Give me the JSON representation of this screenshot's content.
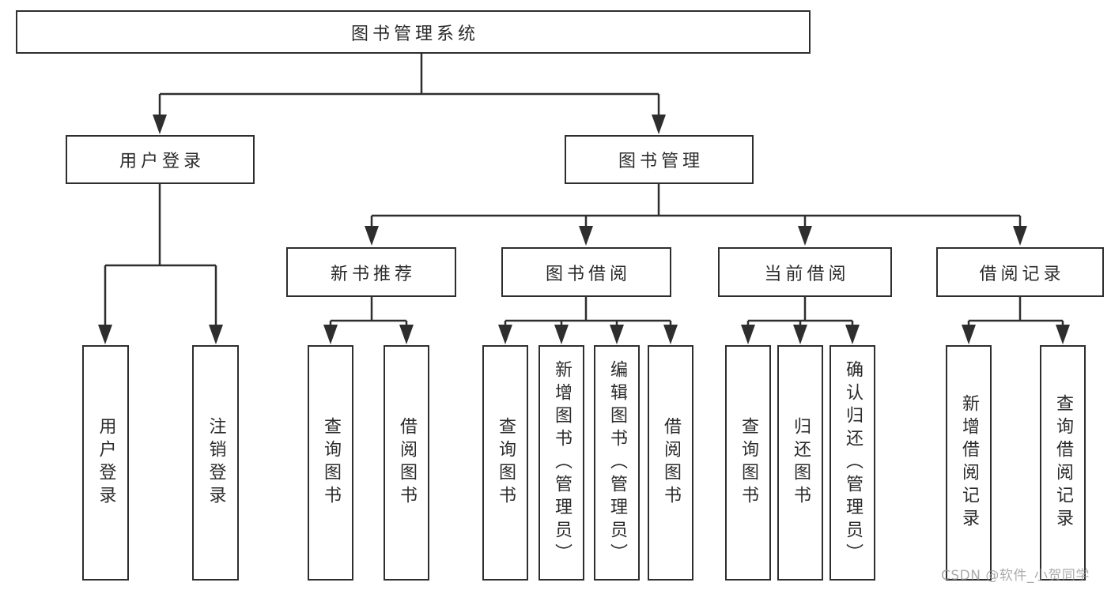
{
  "title": "图书管理系统",
  "watermark": "CSDN @软件_小贺同学",
  "colors": {
    "line": "#2e2e2e",
    "text": "#2b2b2b",
    "background": "#ffffff",
    "watermark": "#949494"
  },
  "nodes": {
    "root": "图书管理系统",
    "user_login_group": "用户登录",
    "book_management": "图书管理",
    "user_login": "用户登录",
    "logout_login": "注销登录",
    "new_book_recommend": "新书推荐",
    "book_borrowing": "图书借阅",
    "current_borrowing": "当前借阅",
    "borrowing_records": "借阅记录",
    "nbr_query_book": "查询图书",
    "nbr_borrow_book": "借阅图书",
    "bb_query_book": "查询图书",
    "bb_add_book_admin": "新增图书（管理员）",
    "bb_edit_book_admin": "编辑图书（管理员）",
    "bb_borrow_book": "借阅图书",
    "cb_query_book": "查询图书",
    "cb_return_book": "归还图书",
    "cb_confirm_return_admin": "确认归还（管理员）",
    "br_new_record": "新增借阅记录",
    "br_query_record": "查询借阅记录"
  },
  "hierarchy": {
    "图书管理系统": {
      "用户登录": [
        "用户登录",
        "注销登录"
      ],
      "图书管理": {
        "新书推荐": [
          "查询图书",
          "借阅图书"
        ],
        "图书借阅": [
          "查询图书",
          "新增图书（管理员）",
          "编辑图书（管理员）",
          "借阅图书"
        ],
        "当前借阅": [
          "查询图书",
          "归还图书",
          "确认归还（管理员）"
        ],
        "借阅记录": [
          "新增借阅记录",
          "查询借阅记录"
        ]
      }
    }
  }
}
